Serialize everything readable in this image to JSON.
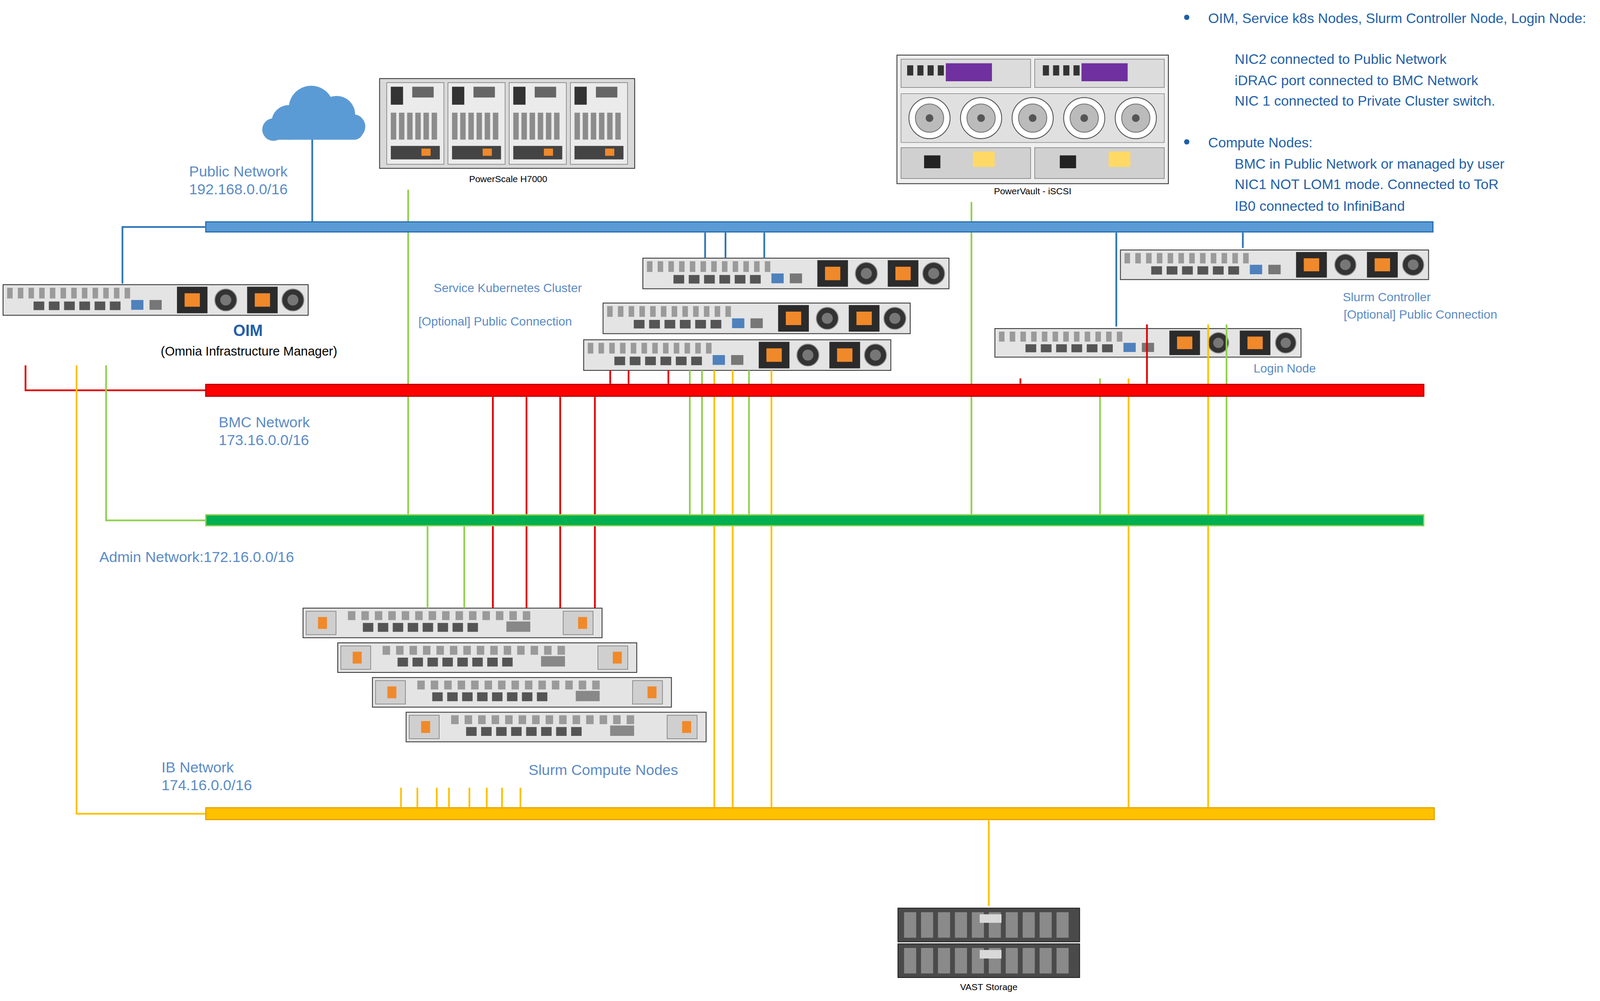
{
  "diagram": {
    "nodes": [
      {
        "text": [
          "Public Network 192.168.0.0/16"
        ]
      },
      {
        "text": [
          "BMC Network 173.16.0.0/16"
        ]
      },
      {
        "text": [
          "Admin Network:172.16.0.0/16"
        ]
      },
      {
        "text": [
          "IB Network 174.16.0.0/16"
        ]
      },
      {
        "text": [
          "OIM",
          "(Omnia Infrastructure Manager)"
        ]
      },
      {
        "text": [
          "PowerScale H7000"
        ]
      },
      {
        "text": [
          "PowerVault - iSCSI"
        ]
      },
      {
        "text": [
          "Service Kubernetes Cluster",
          "[Optional] Public Connection"
        ]
      },
      {
        "text": [
          "Slurm Controller",
          "[Optional] Public Connection"
        ]
      },
      {
        "text": [
          "Login Node"
        ]
      },
      {
        "text": [
          "Slurm Compute Nodes"
        ]
      },
      {
        "text": [
          "VAST Storage"
        ]
      }
    ],
    "edges": [
      {
        "from": 4,
        "to": 0,
        "arrow": "none"
      },
      {
        "from": 4,
        "to": 1,
        "arrow": "none"
      },
      {
        "from": 4,
        "to": 2,
        "arrow": "none"
      },
      {
        "from": 4,
        "to": 3,
        "arrow": "none"
      },
      {
        "from": 5,
        "to": 2,
        "arrow": "none"
      },
      {
        "from": 6,
        "to": 2,
        "arrow": "none"
      },
      {
        "from": 7,
        "to": 0,
        "arrow": "none"
      },
      {
        "from": 7,
        "to": 0,
        "arrow": "none"
      },
      {
        "from": 7,
        "to": 0,
        "arrow": "none"
      },
      {
        "from": 7,
        "to": 1,
        "arrow": "none"
      },
      {
        "from": 7,
        "to": 1,
        "arrow": "none"
      },
      {
        "from": 7,
        "to": 1,
        "arrow": "none"
      },
      {
        "from": 7,
        "to": 2,
        "arrow": "none"
      },
      {
        "from": 7,
        "to": 2,
        "arrow": "none"
      },
      {
        "from": 7,
        "to": 2,
        "arrow": "none"
      },
      {
        "from": 7,
        "to": 3,
        "arrow": "none"
      },
      {
        "from": 7,
        "to": 3,
        "arrow": "none"
      },
      {
        "from": 7,
        "to": 3,
        "arrow": "none"
      },
      {
        "from": 8,
        "to": 0,
        "arrow": "none"
      },
      {
        "from": 8,
        "to": 1,
        "arrow": "none"
      },
      {
        "from": 8,
        "to": 2,
        "arrow": "none"
      },
      {
        "from": 8,
        "to": 3,
        "arrow": "none"
      },
      {
        "from": 9,
        "to": 0,
        "arrow": "none"
      },
      {
        "from": 9,
        "to": 1,
        "arrow": "none"
      },
      {
        "from": 9,
        "to": 2,
        "arrow": "none"
      },
      {
        "from": 9,
        "to": 3,
        "arrow": "none"
      },
      {
        "from": 10,
        "to": 1,
        "arrow": "none"
      },
      {
        "from": 10,
        "to": 1,
        "arrow": "none"
      },
      {
        "from": 10,
        "to": 1,
        "arrow": "none"
      },
      {
        "from": 10,
        "to": 1,
        "arrow": "none"
      },
      {
        "from": 10,
        "to": 2,
        "arrow": "none"
      },
      {
        "from": 10,
        "to": 2,
        "arrow": "none"
      },
      {
        "from": 10,
        "to": 3,
        "arrow": "none"
      },
      {
        "from": 10,
        "to": 3,
        "arrow": "none"
      },
      {
        "from": 10,
        "to": 3,
        "arrow": "none"
      },
      {
        "from": 10,
        "to": 3,
        "arrow": "none"
      },
      {
        "from": 10,
        "to": 3,
        "arrow": "none"
      },
      {
        "from": 10,
        "to": 3,
        "arrow": "none"
      },
      {
        "from": 10,
        "to": 3,
        "arrow": "none"
      },
      {
        "from": 10,
        "to": 3,
        "arrow": "none"
      },
      {
        "from": 11,
        "to": 3,
        "arrow": "none"
      }
    ],
    "labels": [
      "OIM, Service k8s Nodes, Slurm Controller Node, Login Node:",
      "NIC2 connected to Public Network",
      "iDRAC port connected to BMC Network",
      "NIC 1 connected to Private Cluster switch.",
      "Compute Nodes:",
      "BMC in Public Network or managed by user",
      "NIC1 NOT LOM1 mode. Connected to ToR",
      "IB0 connected to InfiniBand"
    ]
  }
}
